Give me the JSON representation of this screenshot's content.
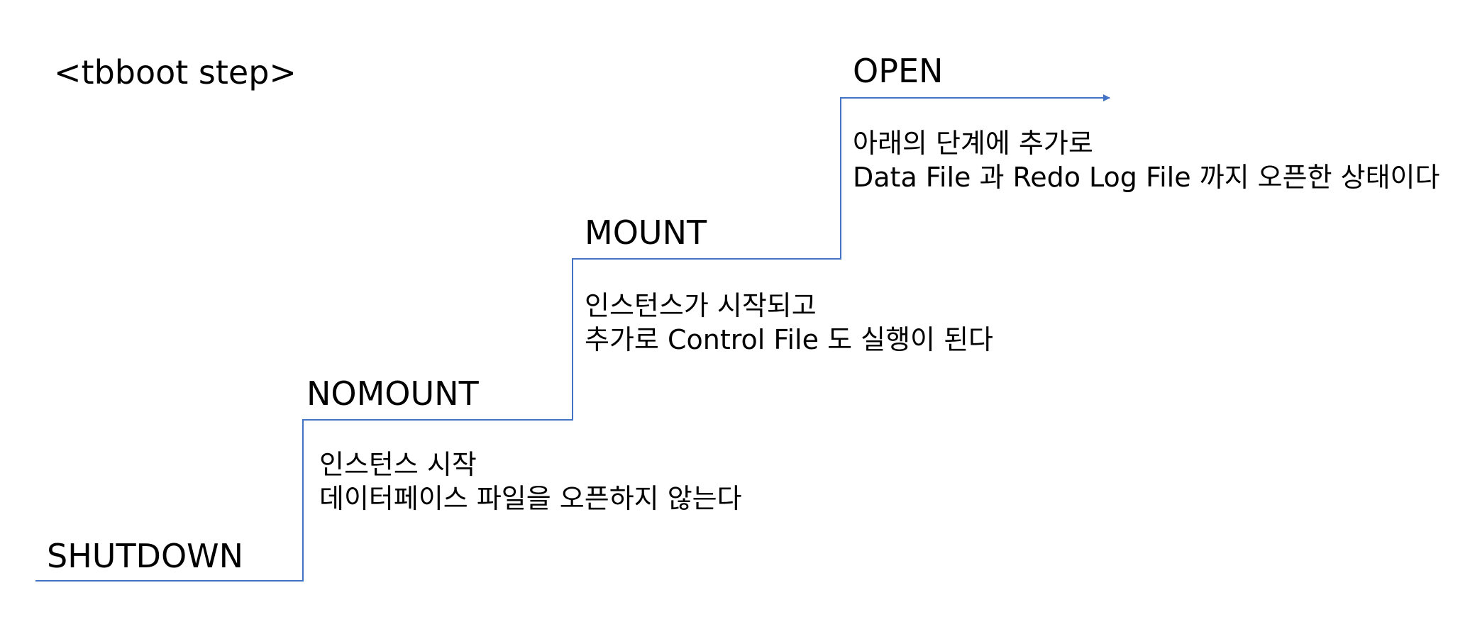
{
  "diagram": {
    "title": "<tbboot step>",
    "line_color": "#4472C4",
    "text_color": "#000000",
    "steps": [
      {
        "label": "SHUTDOWN",
        "description": []
      },
      {
        "label": "NOMOUNT",
        "description": [
          "인스턴스 시작",
          "데이터페이스 파일을 오픈하지 않는다"
        ]
      },
      {
        "label": "MOUNT",
        "description": [
          "인스턴스가 시작되고",
          "추가로 Control File 도 실행이 된다"
        ]
      },
      {
        "label": "OPEN",
        "description": [
          "아래의 단계에 추가로",
          "Data File 과 Redo Log File 까지 오픈한 상태이다"
        ]
      }
    ]
  }
}
